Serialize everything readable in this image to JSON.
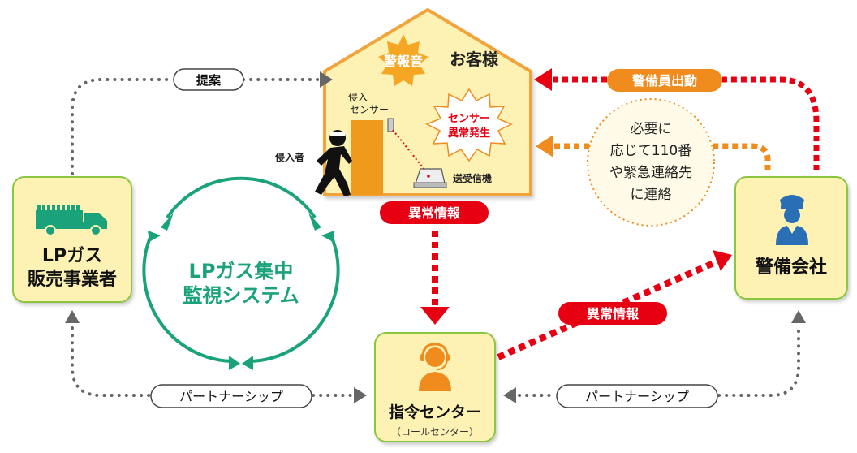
{
  "nodes": {
    "customer": {
      "title": "お客様",
      "alarm": "警報音",
      "sensor_label_line1": "侵入",
      "sensor_label_line2": "センサー",
      "intruder": "侵入者",
      "transmitter": "送受信機",
      "burst_line1": "センサー",
      "burst_line2": "異常発生"
    },
    "lp_dealer": {
      "line1": "LPガス",
      "line2": "販売事業者",
      "icon": "gas-truck-icon"
    },
    "security_company": {
      "label": "警備会社",
      "icon": "security-guard-icon"
    },
    "command_center": {
      "label": "指令センター",
      "sublabel": "（コールセンター）",
      "icon": "operator-headset-icon"
    }
  },
  "central": {
    "line1": "LPガス集中",
    "line2": "監視システム"
  },
  "edges": {
    "proposal": "提案",
    "guard_dispatch": "警備員出動",
    "abnormal_info_down": "異常情報",
    "abnormal_info_diag": "異常情報",
    "partnership_left": "パートナーシップ",
    "partnership_right": "パートナーシップ"
  },
  "note": {
    "line1": "必要に",
    "line2": "応じて110番",
    "line3": "や緊急連絡先",
    "line4": "に連絡"
  },
  "colors": {
    "house_fill": "#fdf1b3",
    "house_stroke": "#f0a43a",
    "box_fill": "#fdf1b3",
    "box_stroke": "#8cc63f",
    "red": "#e60012",
    "orange": "#f08c1e",
    "green": "#1aa37a",
    "gray": "#666666"
  }
}
